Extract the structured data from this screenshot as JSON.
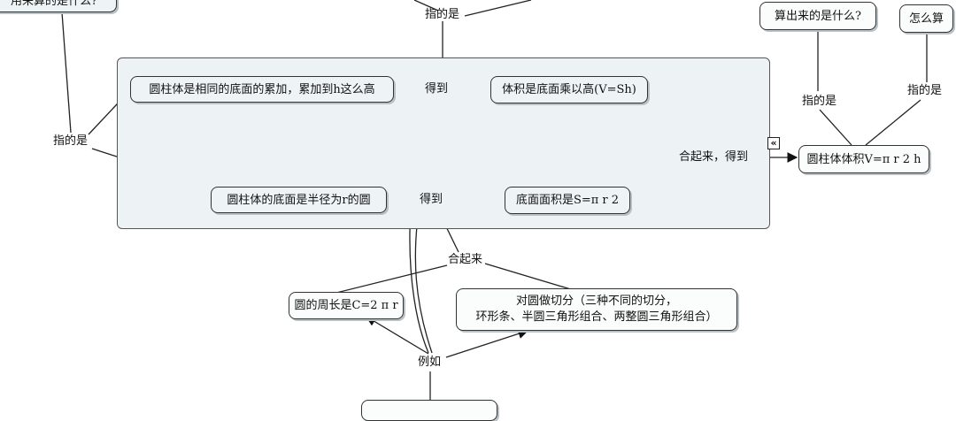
{
  "nodes": {
    "top_left_question": "用来算的是什么?",
    "cylinder_stack": "圆柱体是相同的底面的累加，累加到h这么高",
    "cylinder_base": "圆柱体的底面是半径为r的圆",
    "volume_formula": "体积是底面乘以高(V=Sh)",
    "base_area": "底面面积是S=π r 2",
    "cylinder_volume": "圆柱体体积V=π r 2 h",
    "what_computed": "算出来的是什么?",
    "how_compute": "怎么算",
    "circumference": "圆的周长是C=2 π r",
    "cut_circle_line1": "对圆做切分（三种不同的切分，",
    "cut_circle_line2": "环形条、半圆三角形组合、两整圆三角形组合）"
  },
  "labels": {
    "refers_top": "指的是",
    "refers_left": "指的是",
    "get_1": "得到",
    "get_2": "得到",
    "combine_get": "合起来，得到",
    "combine": "合起来",
    "refers_right_1": "指的是",
    "refers_right_2": "指的是",
    "example": "例如"
  },
  "collapse_icon": "«",
  "colors": {
    "group_fill": "#edf3f5",
    "node_fill": "#eef4f6",
    "line": "#222222"
  }
}
